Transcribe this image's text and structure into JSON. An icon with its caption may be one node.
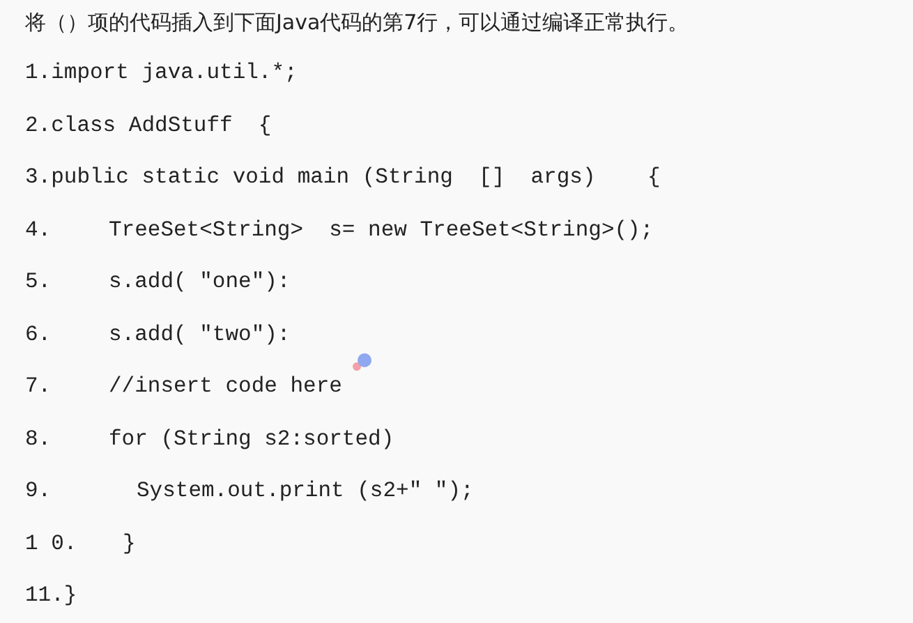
{
  "diagram": {
    "title": "将（）项的代码插入到下面Java代码的第7行，可以通过编译正常执行。",
    "labels": [
      "1.import java.util.*;",
      "2.class AddStuff  {",
      "3.public static void main (String  []  args)    {",
      "4.",
      "TreeSet<String>  s= new TreeSet<String>();",
      "5.",
      "s.add( ″one″):",
      "6.",
      "s.add( ″two″):",
      "7.",
      "//insert code here",
      "8.",
      "for (String s2:sorted)",
      "9.",
      "System.out.print (s2+″ ″);",
      "1 0.",
      "}",
      "11.}"
    ]
  }
}
